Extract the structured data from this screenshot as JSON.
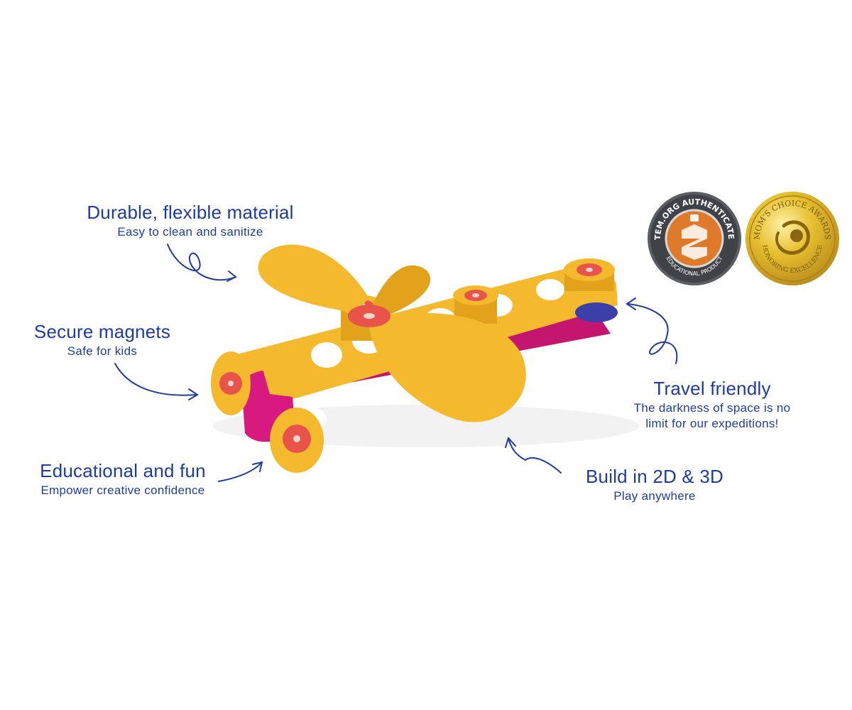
{
  "colors": {
    "text": "#1d3c9c",
    "plane_yellow": "#f5b92e",
    "plane_yellow_dark": "#e3a21c",
    "plane_magenta": "#d8197f",
    "plane_magenta_dark": "#a9105f",
    "magnet_red": "#e8534a",
    "stem_orange": "#e07a2b",
    "stem_gray": "#4b4f55",
    "gold": "#d9ac1f"
  },
  "features": {
    "durable": {
      "title": "Durable, flexible material",
      "subtitle": "Easy to clean and sanitize"
    },
    "magnets": {
      "title": "Secure magnets",
      "subtitle": "Safe for kids"
    },
    "educational": {
      "title": "Educational and fun",
      "subtitle": "Empower creative confidence"
    },
    "travel": {
      "title": "Travel friendly",
      "subtitle_line1": "The darkness of space is no",
      "subtitle_line2": "limit for our expeditions!"
    },
    "build": {
      "title": "Build in 2D & 3D",
      "subtitle": "Play anywhere"
    }
  },
  "badges": {
    "stem": {
      "top_text": "STEM.ORG AUTHENTICATED",
      "bottom_text": "EDUCATIONAL PRODUCT"
    },
    "moms_choice": {
      "top_text": "MOM'S CHOICE AWARDS",
      "bottom_text": "HONORING EXCELLENCE"
    }
  }
}
